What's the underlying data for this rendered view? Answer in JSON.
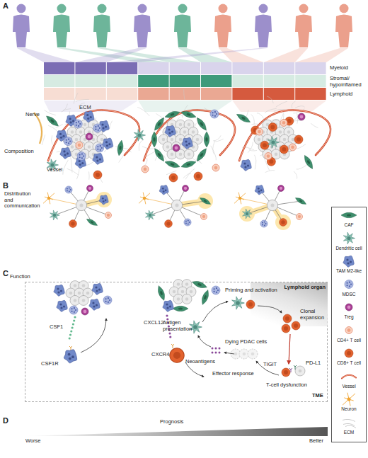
{
  "diagram": {
    "nodes": [
      {
        "text": [
          "Function"
        ]
      },
      {
        "text": [
          "Lymphoid organ"
        ],
        "in": 0
      }
    ],
    "labels": [
      "A",
      "Myeloid",
      "Stromal/ hypoinflamed",
      "Lymphoid",
      "Nerve",
      "ECM",
      "Composition",
      "Vessel",
      "B",
      "Distribution and communication",
      "C",
      "CSF1",
      "CSF1R",
      "CXCL12",
      "CXCR4",
      "Priming and activation",
      "Antigen presentation",
      "Neoantigens",
      "Clonal expansion",
      "Dying PDAC cells",
      "Effector response",
      "TIGIT",
      "PD-L1",
      "T-cell dysfunction",
      "TME",
      "D",
      "Prognosis",
      "Worse",
      "Better"
    ],
    "legend": [
      {
        "text": "CAF"
      },
      {
        "text": "Dendritic cell"
      },
      {
        "text": "TAM M2-like"
      },
      {
        "text": "MDSC"
      },
      {
        "text": "Treg"
      },
      {
        "text": "CD4+ T cell"
      },
      {
        "text": "CD8+ T cell"
      },
      {
        "text": "Vessel"
      },
      {
        "text": "Neuron"
      },
      {
        "text": "ECM"
      }
    ]
  }
}
